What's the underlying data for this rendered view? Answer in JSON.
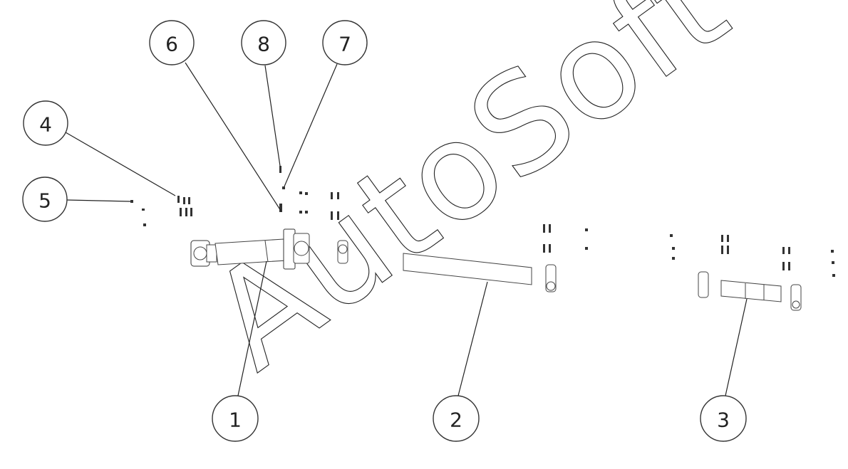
{
  "watermark": {
    "text": "AutoSoft"
  },
  "callouts": [
    {
      "id": "1",
      "label": "1"
    },
    {
      "id": "2",
      "label": "2"
    },
    {
      "id": "3",
      "label": "3"
    },
    {
      "id": "4",
      "label": "4"
    },
    {
      "id": "5",
      "label": "5"
    },
    {
      "id": "6",
      "label": "6"
    },
    {
      "id": "7",
      "label": "7"
    },
    {
      "id": "8",
      "label": "8"
    }
  ],
  "colors": {
    "line": "#222222",
    "background": "#ffffff"
  }
}
